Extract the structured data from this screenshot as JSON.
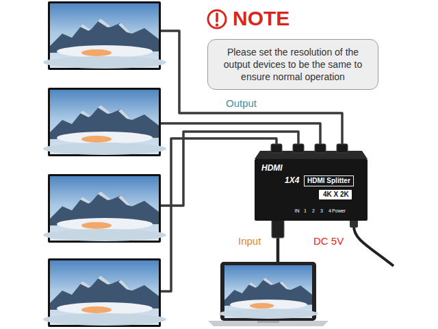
{
  "diagram": {
    "nodes": [
      {
        "text": [
          "NOTE",
          "Please set the resolution of the output devices to be the same to ensure normal operation"
        ]
      },
      {
        "text": [
          "HDMI",
          "1X4",
          "IN",
          "1",
          "2",
          "3",
          "4",
          "Power"
        ]
      },
      {
        "text": [
          "HDMI Splitter"
        ],
        "in": 1
      },
      {
        "text": [
          "4K X 2K"
        ],
        "in": 1
      }
    ],
    "labels": [
      "Output",
      "Input",
      "DC 5V"
    ]
  }
}
